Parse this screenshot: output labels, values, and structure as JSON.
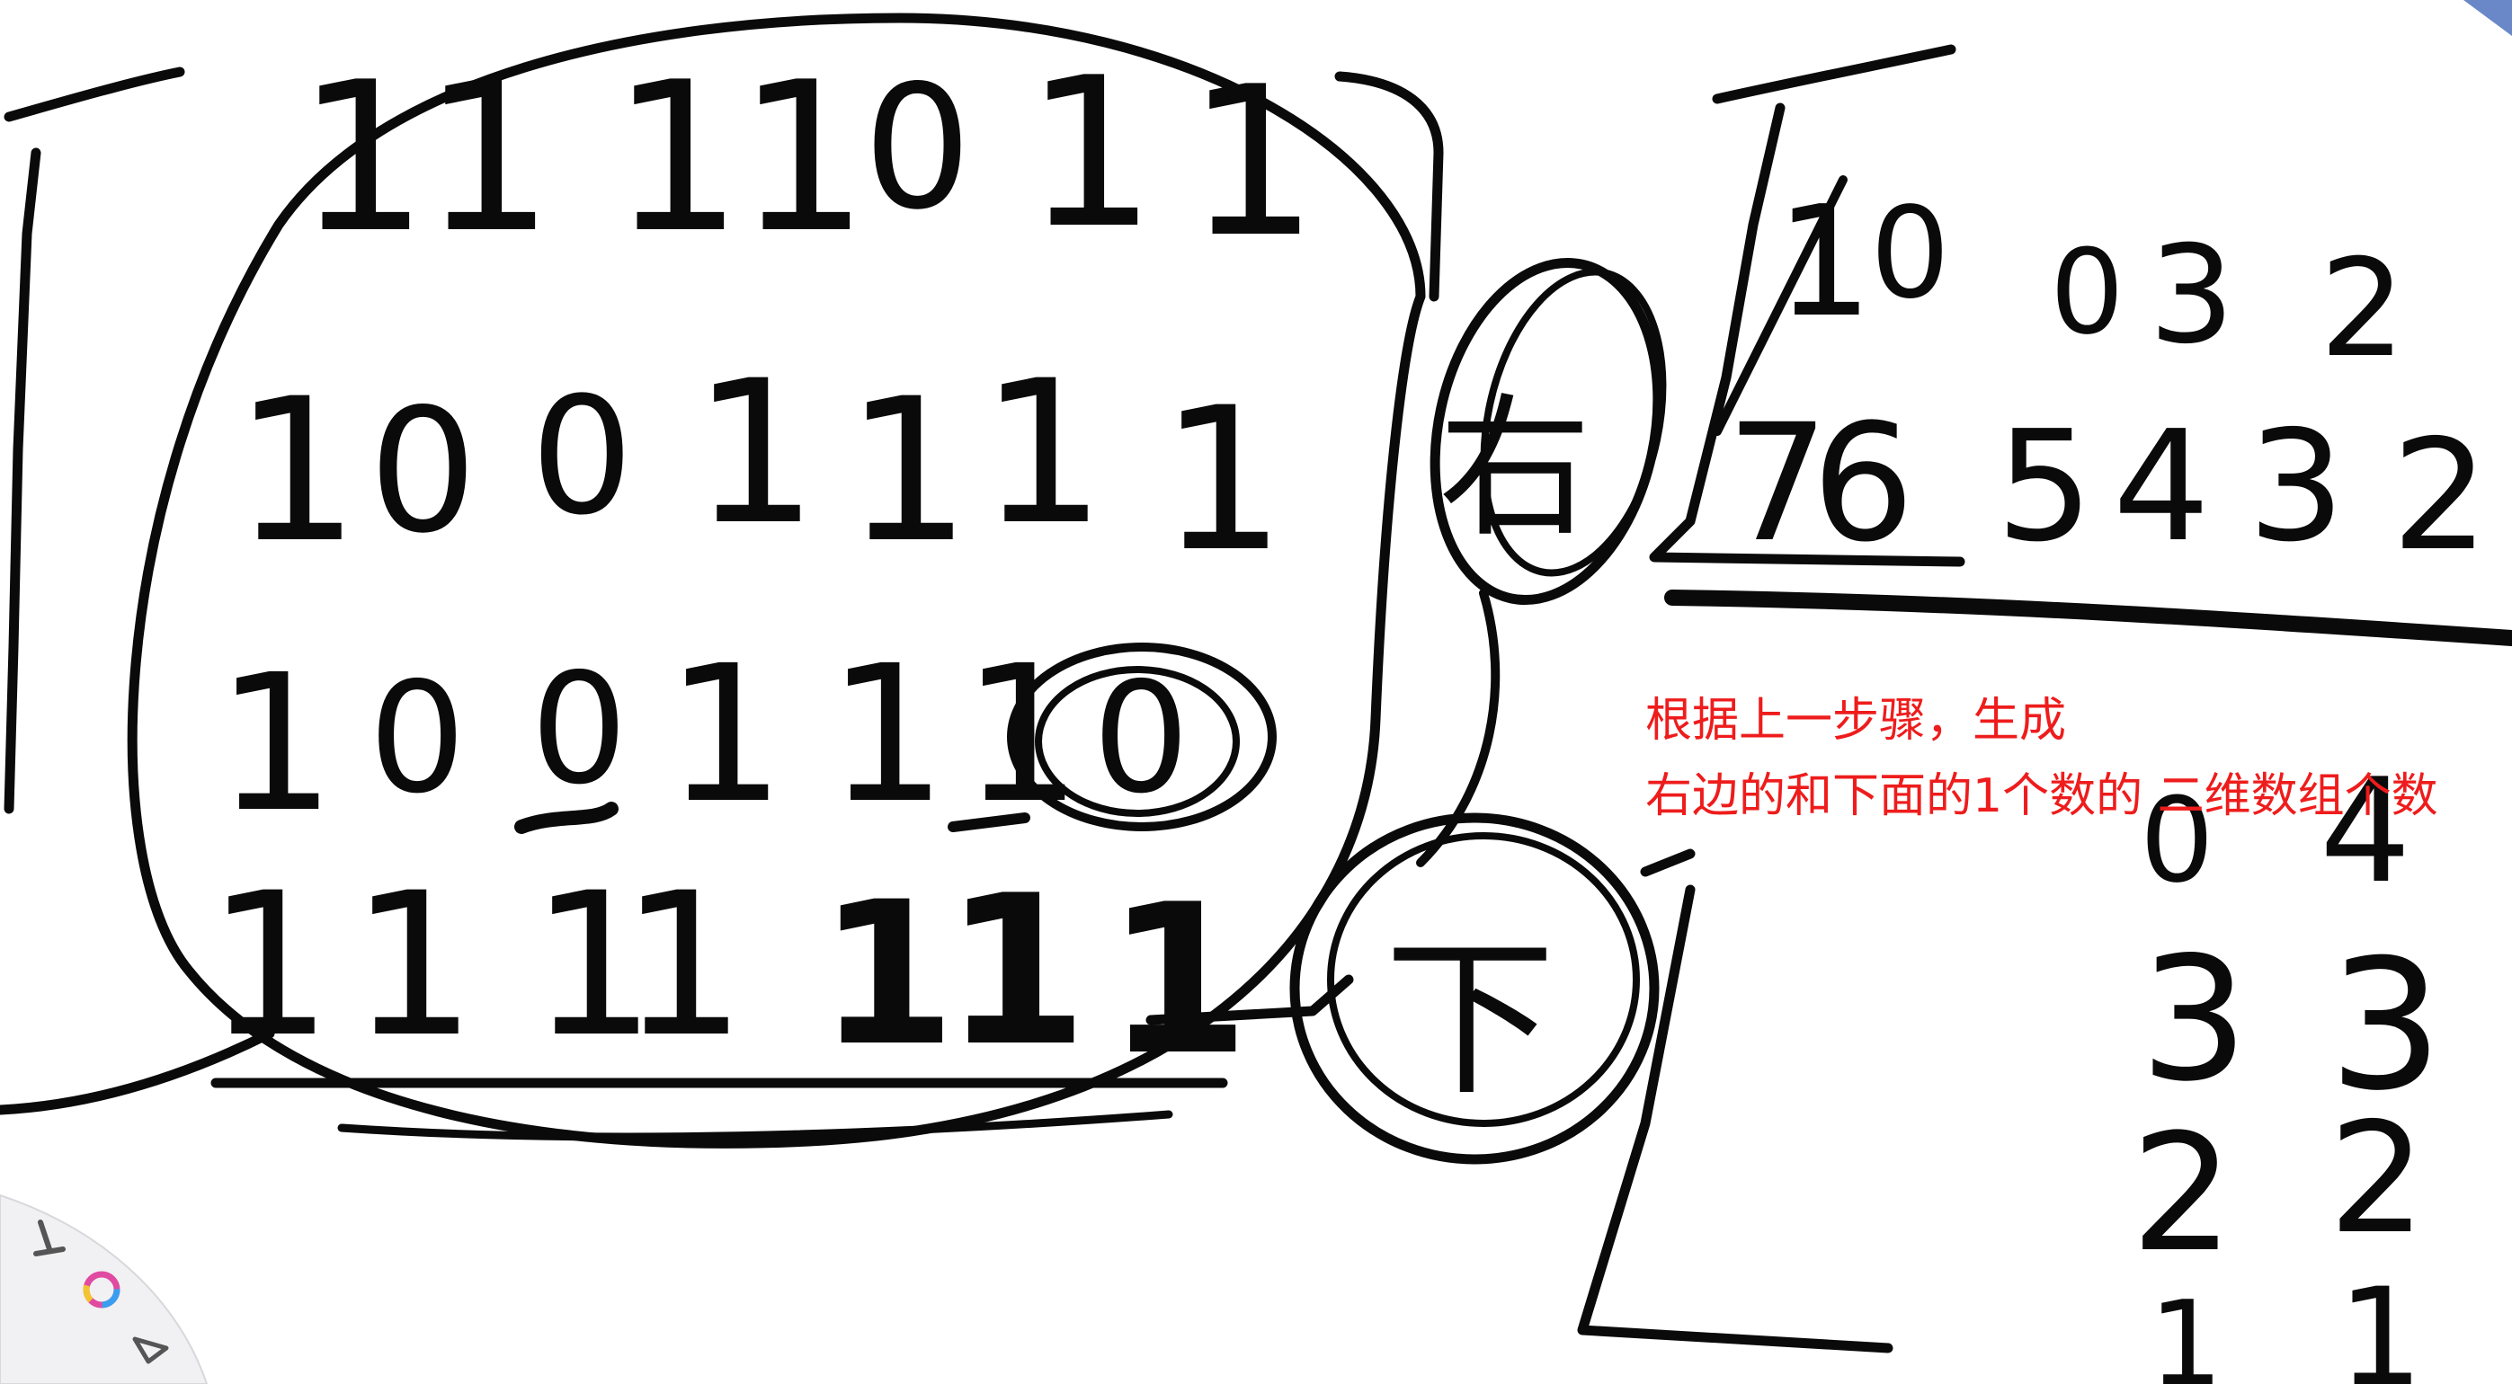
{
  "annotation": {
    "line1": "根据上一步骤，生成",
    "line2": "右边的和下面的1个数的 二维数组个数",
    "color": "#ee1c1c"
  },
  "matrix": {
    "rows": [
      [
        "1",
        "1",
        "1",
        "1",
        "0",
        "1",
        "1"
      ],
      [
        "1",
        "0",
        "0",
        "1",
        "1",
        "1",
        "1"
      ],
      [
        "1",
        "0",
        "0",
        "1",
        "1",
        "1",
        "0"
      ],
      [
        "1",
        "1",
        "1",
        "1",
        "1",
        "1",
        "1"
      ]
    ]
  },
  "labels": {
    "right": "右",
    "down": "下"
  },
  "right_table": {
    "row1": [
      "1",
      "0",
      "0",
      "3",
      "2"
    ],
    "row2": [
      "7",
      "6",
      "5",
      "4",
      "3",
      "2"
    ]
  },
  "down_table": {
    "col1": [
      "0",
      "3",
      "2",
      "1"
    ],
    "col2": [
      "4",
      "3",
      "2",
      "1"
    ]
  },
  "toolbar": {
    "icons": [
      "brush-icon",
      "color-wheel-icon",
      "pointer-icon"
    ]
  }
}
